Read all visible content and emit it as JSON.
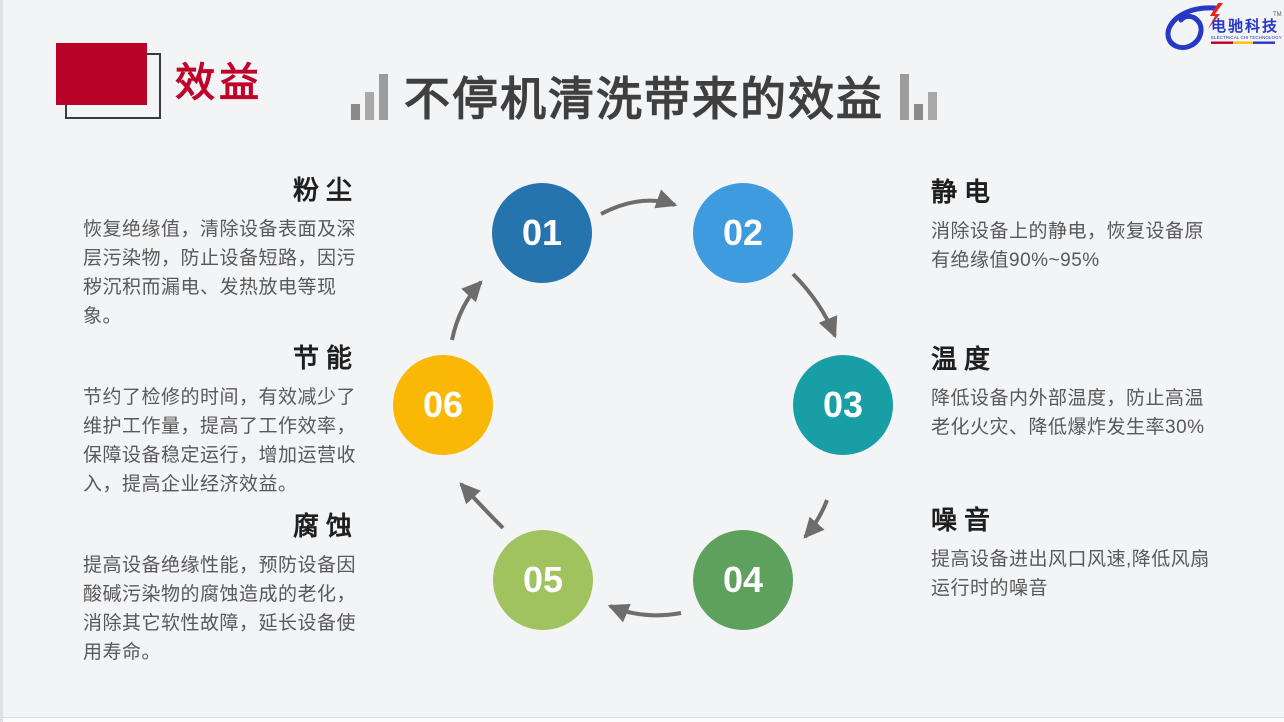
{
  "slide": {
    "section_label": "效益",
    "title": "不停机清洗带来的效益"
  },
  "logo": {
    "brand": "电驰科技",
    "tagline": "ELECTRICAL CHI TECHNOLOGY",
    "trademark": "TM"
  },
  "benefits": {
    "left": [
      {
        "heading": "粉尘",
        "body": "恢复绝缘值，清除设备表面及深层污染物，防止设备短路，因污秽沉积而漏电、发热放电等现象。"
      },
      {
        "heading": "节能",
        "body": "节约了检修的时间，有效减少了维护工作量，提高了工作效率，保障设备稳定运行，增加运营收入，提高企业经济效益。"
      },
      {
        "heading": "腐蚀",
        "body": "提高设备绝缘性能，预防设备因酸碱污染物的腐蚀造成的老化，消除其它软性故障，延长设备使用寿命。"
      }
    ],
    "right": [
      {
        "heading": "静电",
        "body": "消除设备上的静电，恢复设备原有绝缘值90%~95%"
      },
      {
        "heading": "温度",
        "body": "降低设备内外部温度，防止高温老化火灾、降低爆炸发生率30%"
      },
      {
        "heading": "噪音",
        "body": "提高设备进出风口风速,降低风扇运行时的噪音"
      }
    ]
  },
  "diagram": {
    "steps": [
      {
        "number": "01",
        "color": "#2574AE"
      },
      {
        "number": "02",
        "color": "#3E9BDE"
      },
      {
        "number": "03",
        "color": "#189FA5"
      },
      {
        "number": "04",
        "color": "#5DA15D"
      },
      {
        "number": "05",
        "color": "#A1C35F"
      },
      {
        "number": "06",
        "color": "#FBB705"
      }
    ],
    "arrow_color": "#6F6D6B"
  },
  "colors": {
    "accent_red": "#B80227",
    "title_gray": "#3F3F3F",
    "body_gray": "#595959",
    "background": "#F3F4F6",
    "logo_blue": "#2538C6"
  }
}
